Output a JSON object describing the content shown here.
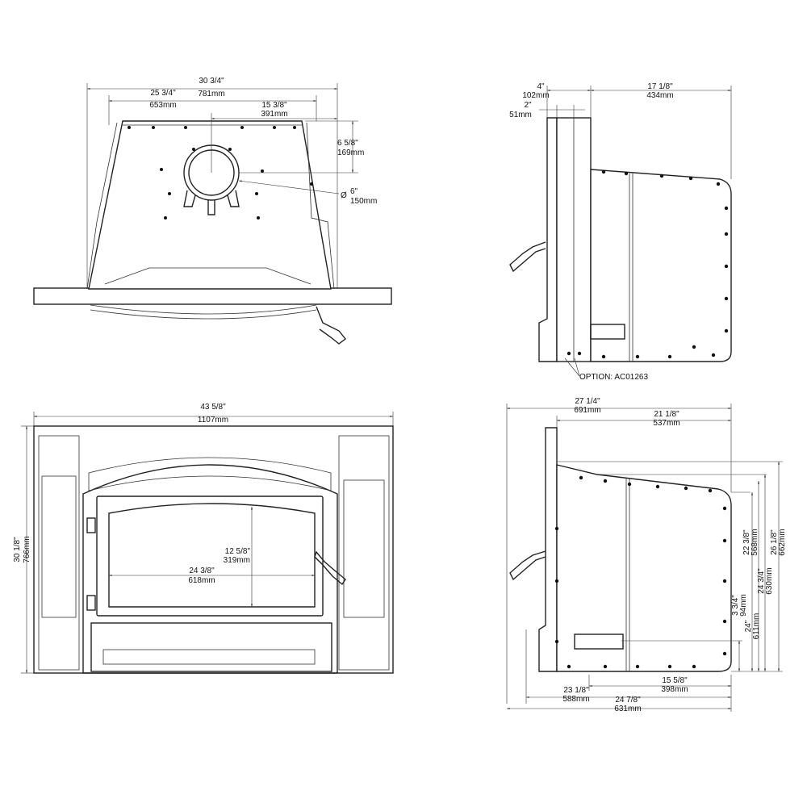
{
  "top_view": {
    "overall_width": {
      "imperial": "30 3/4\"",
      "metric": "781mm"
    },
    "flue_offset": {
      "imperial": "25 3/4\"",
      "metric": "653mm"
    },
    "flue_center": {
      "imperial": "15 3/8\"",
      "metric": "391mm"
    },
    "flue_depth": {
      "imperial": "6 5/8\"",
      "metric": "169mm"
    },
    "flue_diameter": {
      "symbol": "Ø",
      "imperial": "6\"",
      "metric": "150mm"
    }
  },
  "side_view_top": {
    "surround_depth": {
      "imperial": "4\"",
      "metric": "102mm"
    },
    "surround_thickness": {
      "imperial": "2\"",
      "metric": "51mm"
    },
    "body_depth": {
      "imperial": "17 1/8\"",
      "metric": "434mm"
    },
    "option_label": "OPTION: AC01263"
  },
  "front_view": {
    "overall_width": {
      "imperial": "43 5/8\"",
      "metric": "1107mm"
    },
    "overall_height": {
      "imperial": "30 1/8\"",
      "metric": "766mm"
    },
    "glass_height": {
      "imperial": "12 5/8\"",
      "metric": "319mm"
    },
    "glass_width": {
      "imperial": "24 3/8\"",
      "metric": "618mm"
    }
  },
  "side_view_bottom": {
    "overall_depth": {
      "imperial": "27 1/4\"",
      "metric": "691mm"
    },
    "rear_depth": {
      "imperial": "21 1/8\"",
      "metric": "537mm"
    },
    "h1": {
      "imperial": "22 3/8\"",
      "metric": "568mm"
    },
    "h2": {
      "imperial": "26 1/8\"",
      "metric": "662mm"
    },
    "h3": {
      "imperial": "24 3/4\"",
      "metric": "630mm"
    },
    "h4": {
      "imperial": "24\"",
      "metric": "611mm"
    },
    "h5": {
      "imperial": "3 3/4\"",
      "metric": "94mm"
    },
    "d1": {
      "imperial": "15 5/8\"",
      "metric": "398mm"
    },
    "d2": {
      "imperial": "23 1/8\"",
      "metric": "588mm"
    },
    "d3": {
      "imperial": "24 7/8\"",
      "metric": "631mm"
    }
  }
}
